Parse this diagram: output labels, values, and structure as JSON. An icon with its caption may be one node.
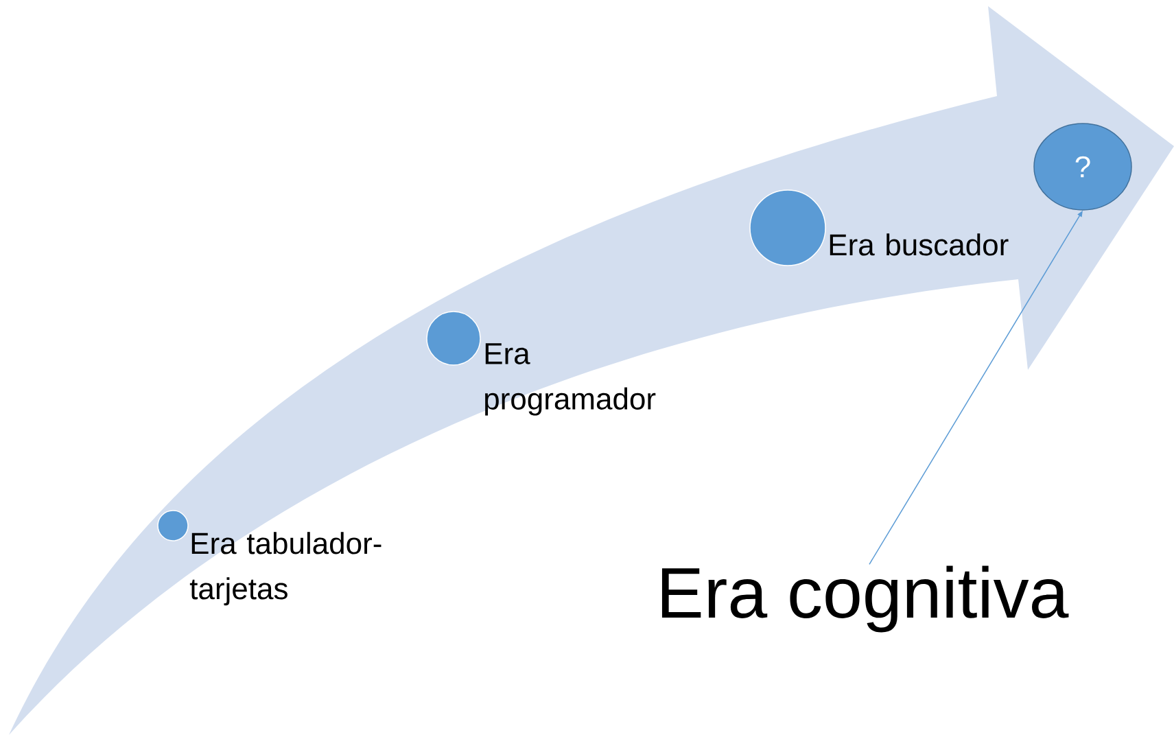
{
  "diagram": {
    "nodes": [
      {
        "text": [],
        "shape": "circle",
        "beside": [
          "Era tabulador-tarjetas"
        ]
      },
      {
        "text": [],
        "shape": "circle",
        "beside": [
          "Era programador"
        ]
      },
      {
        "text": [],
        "shape": "circle",
        "beside": [
          "Era buscador"
        ]
      },
      {
        "text": [
          "?"
        ]
      },
      {
        "text": [
          "Era cognitiva"
        ]
      }
    ],
    "edges": [
      {
        "from": 4,
        "to": 3,
        "arrow": "to"
      }
    ]
  }
}
